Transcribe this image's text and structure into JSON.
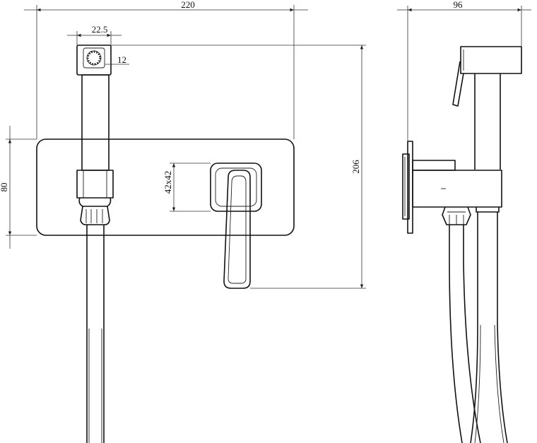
{
  "dimensions": {
    "overall_width": "220",
    "sprayer_width": "22.5",
    "sprayer_hole": "12",
    "plate_height": "80",
    "handle_size": "42x42",
    "total_height": "206",
    "side_depth": "96"
  },
  "colors": {
    "line": "#111111",
    "background": "#ffffff"
  }
}
